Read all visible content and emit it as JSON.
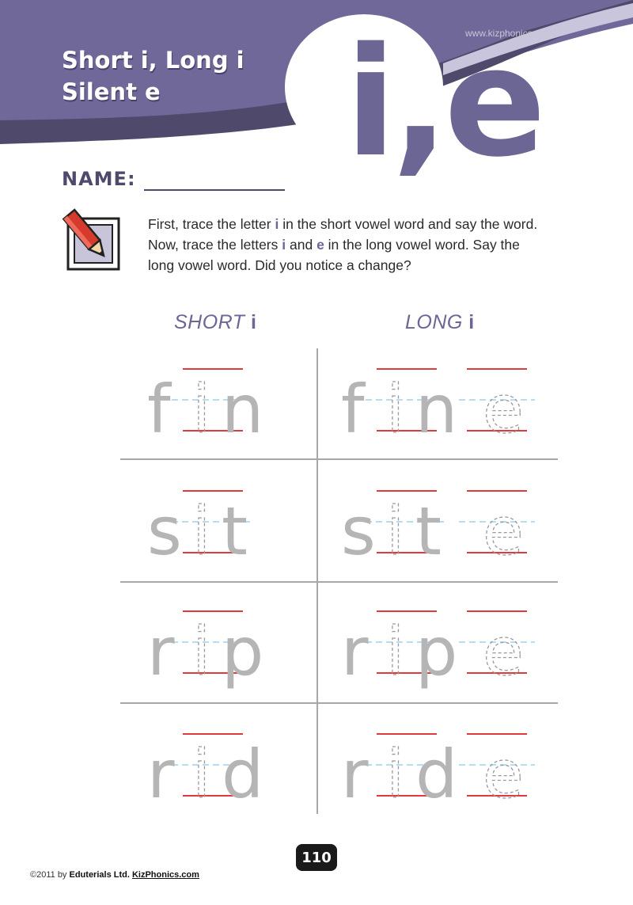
{
  "header": {
    "title_line1": "Short i, Long i",
    "title_line2": "Silent e",
    "watermark": "www.kizphonics.com",
    "big_letters": "i,e"
  },
  "name_field": {
    "label": "NAME:"
  },
  "instructions": {
    "part1": "First, trace the letter ",
    "letter1": "i",
    "part2": " in the short vowel word and say the word. Now, trace the letters ",
    "letter2": "i",
    "part3": " and ",
    "letter3": "e",
    "part4": " in the long vowel word. Say the long vowel word. Did you notice a change?"
  },
  "columns": {
    "short": {
      "label": "SHORT ",
      "letter": "i"
    },
    "long": {
      "label": "LONG ",
      "letter": "i"
    }
  },
  "word_pairs": [
    {
      "short": "fin",
      "long": "fine"
    },
    {
      "short": "sit",
      "long": "site"
    },
    {
      "short": "rip",
      "long": "ripe"
    },
    {
      "short": "rid",
      "long": "ride"
    }
  ],
  "footer": {
    "copyright": "©2011 by ",
    "company": "Eduterials Ltd.",
    "site": "KizPhonics.com"
  },
  "page_number": "110",
  "colors": {
    "purple": "#6c6694",
    "purple_dark": "#4f4a6c",
    "guide_red": "#e03a3a",
    "guide_blue": "#9fd2ee",
    "trace_gray": "#b5b5b5"
  }
}
